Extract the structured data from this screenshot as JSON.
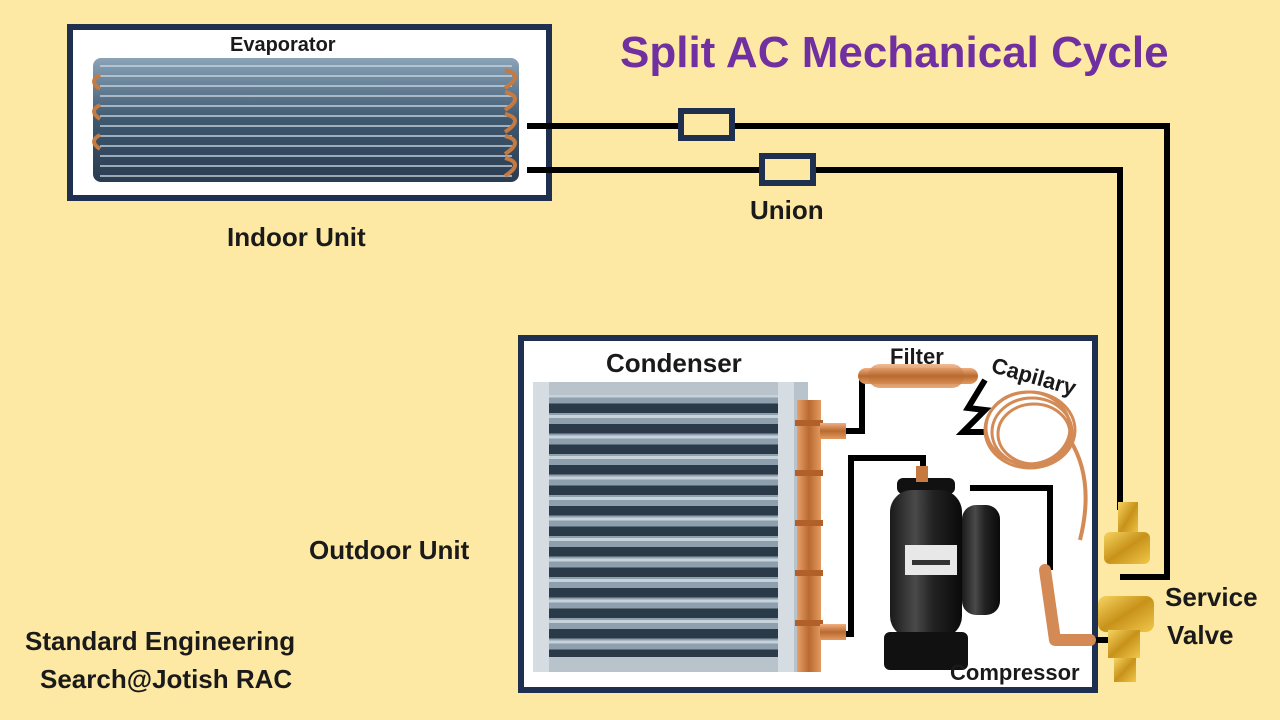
{
  "title": "Split AC Mechanical Cycle",
  "labels": {
    "evaporator": "Evaporator",
    "indoor_unit": "Indoor Unit",
    "union": "Union",
    "condenser": "Condenser",
    "filter": "Filter",
    "capilary": "Capilary",
    "outdoor_unit": "Outdoor Unit",
    "service_valve_line1": "Service",
    "service_valve_line2": "Valve",
    "compressor": "Compressor",
    "credit_line1": "Standard Engineering",
    "credit_line2": "Search@Jotish RAC"
  },
  "colors": {
    "background": "#fde9a4",
    "title": "#7030a0",
    "frame": "#1f2f4f",
    "pipe": "#000000",
    "copper": "#c8753f",
    "brass": "#d8a520"
  }
}
